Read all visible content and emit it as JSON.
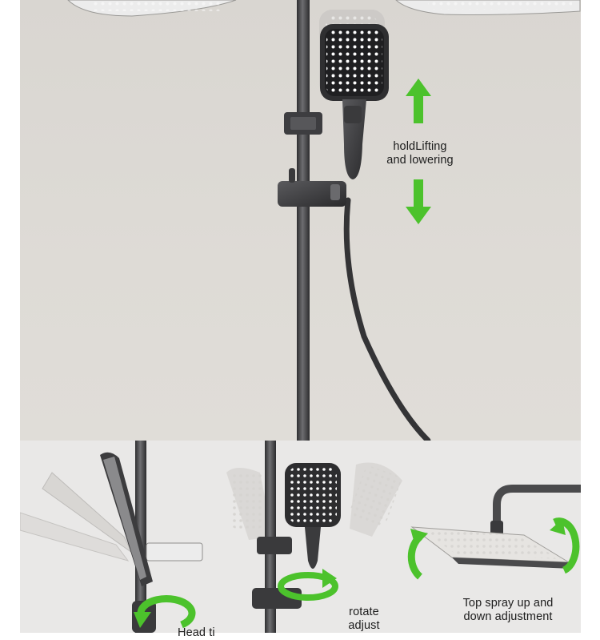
{
  "captions": {
    "lifting": {
      "line1": "holdLifting",
      "line2": "and lowering"
    },
    "top_spray": {
      "line1": "Top spray up and",
      "line2": "down adjustment"
    },
    "rotate": {
      "line1": "rotate",
      "line2": "adjust"
    },
    "cut_off": "Head ti"
  },
  "colors": {
    "background_top": "#dcd9d4",
    "background_bottom": "#e9e8e7",
    "arrow_green": "#4cc22c",
    "metal_gunmetal": "#4a4a4c",
    "spray_face": "#2b2b2d"
  },
  "icons": [
    "up-arrow-icon",
    "down-arrow-icon",
    "rotate-arrow-icon"
  ]
}
